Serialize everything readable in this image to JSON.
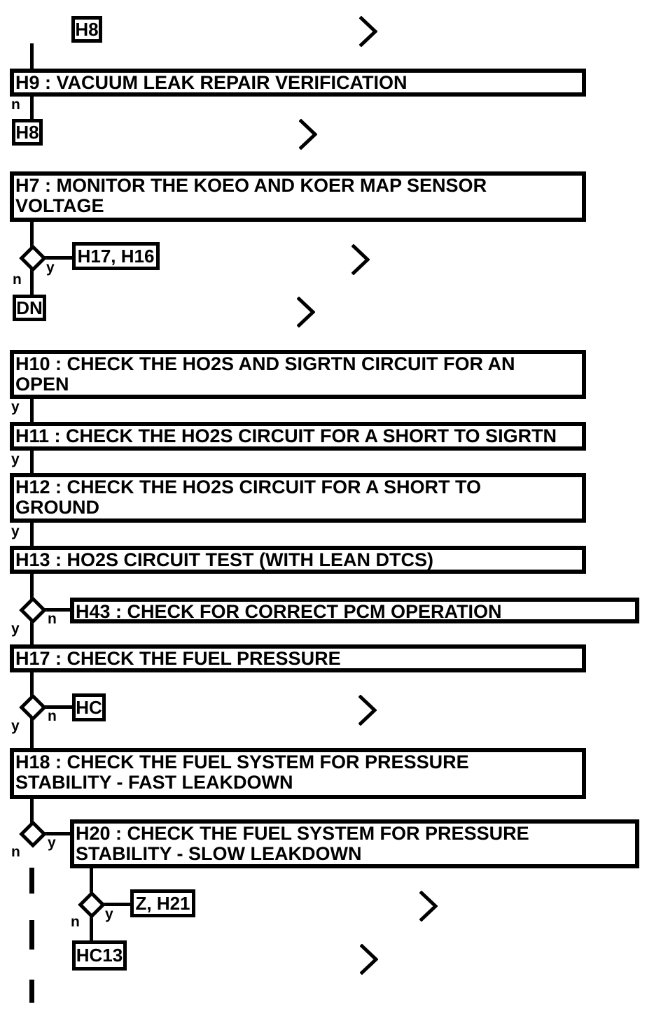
{
  "diagram": {
    "title": "pinpoint-test-flowchart",
    "colors": {
      "ink": "#000000",
      "background": "#ffffff"
    },
    "branch": {
      "yes": "y",
      "no": "n"
    },
    "nodes": {
      "h8_ref_top": {
        "label": "H8"
      },
      "h9": {
        "line1": "H9 : VACUUM LEAK REPAIR VERIFICATION"
      },
      "h8_ref_mid": {
        "label": "H8"
      },
      "h7": {
        "line1": "H7 : MONITOR THE KOEO AND KOER MAP SENSOR",
        "line2": "VOLTAGE"
      },
      "h17_h16_ref": {
        "label": "H17, H16"
      },
      "dn_ref": {
        "label": "DN"
      },
      "h10": {
        "line1": "H10 : CHECK THE HO2S AND SIGRTN CIRCUIT FOR AN",
        "line2": "OPEN"
      },
      "h11": {
        "line1": "H11 : CHECK THE HO2S CIRCUIT FOR A SHORT TO SIGRTN"
      },
      "h12": {
        "line1": "H12 : CHECK THE HO2S CIRCUIT FOR A SHORT TO",
        "line2": "GROUND"
      },
      "h13": {
        "line1": "H13 : HO2S CIRCUIT TEST (WITH LEAN DTCS)"
      },
      "h43": {
        "line1": "H43 : CHECK FOR CORRECT PCM OPERATION"
      },
      "h17": {
        "line1": "H17 : CHECK THE FUEL PRESSURE"
      },
      "hc_ref": {
        "label": "HC"
      },
      "h18": {
        "line1": "H18 : CHECK THE FUEL SYSTEM FOR PRESSURE",
        "line2": "STABILITY - FAST LEAKDOWN"
      },
      "h20": {
        "line1": "H20 : CHECK THE FUEL SYSTEM FOR PRESSURE",
        "line2": "STABILITY - SLOW LEAKDOWN"
      },
      "z_h21_ref": {
        "label": "Z, H21"
      },
      "hc13_ref": {
        "label": "HC13"
      }
    }
  }
}
